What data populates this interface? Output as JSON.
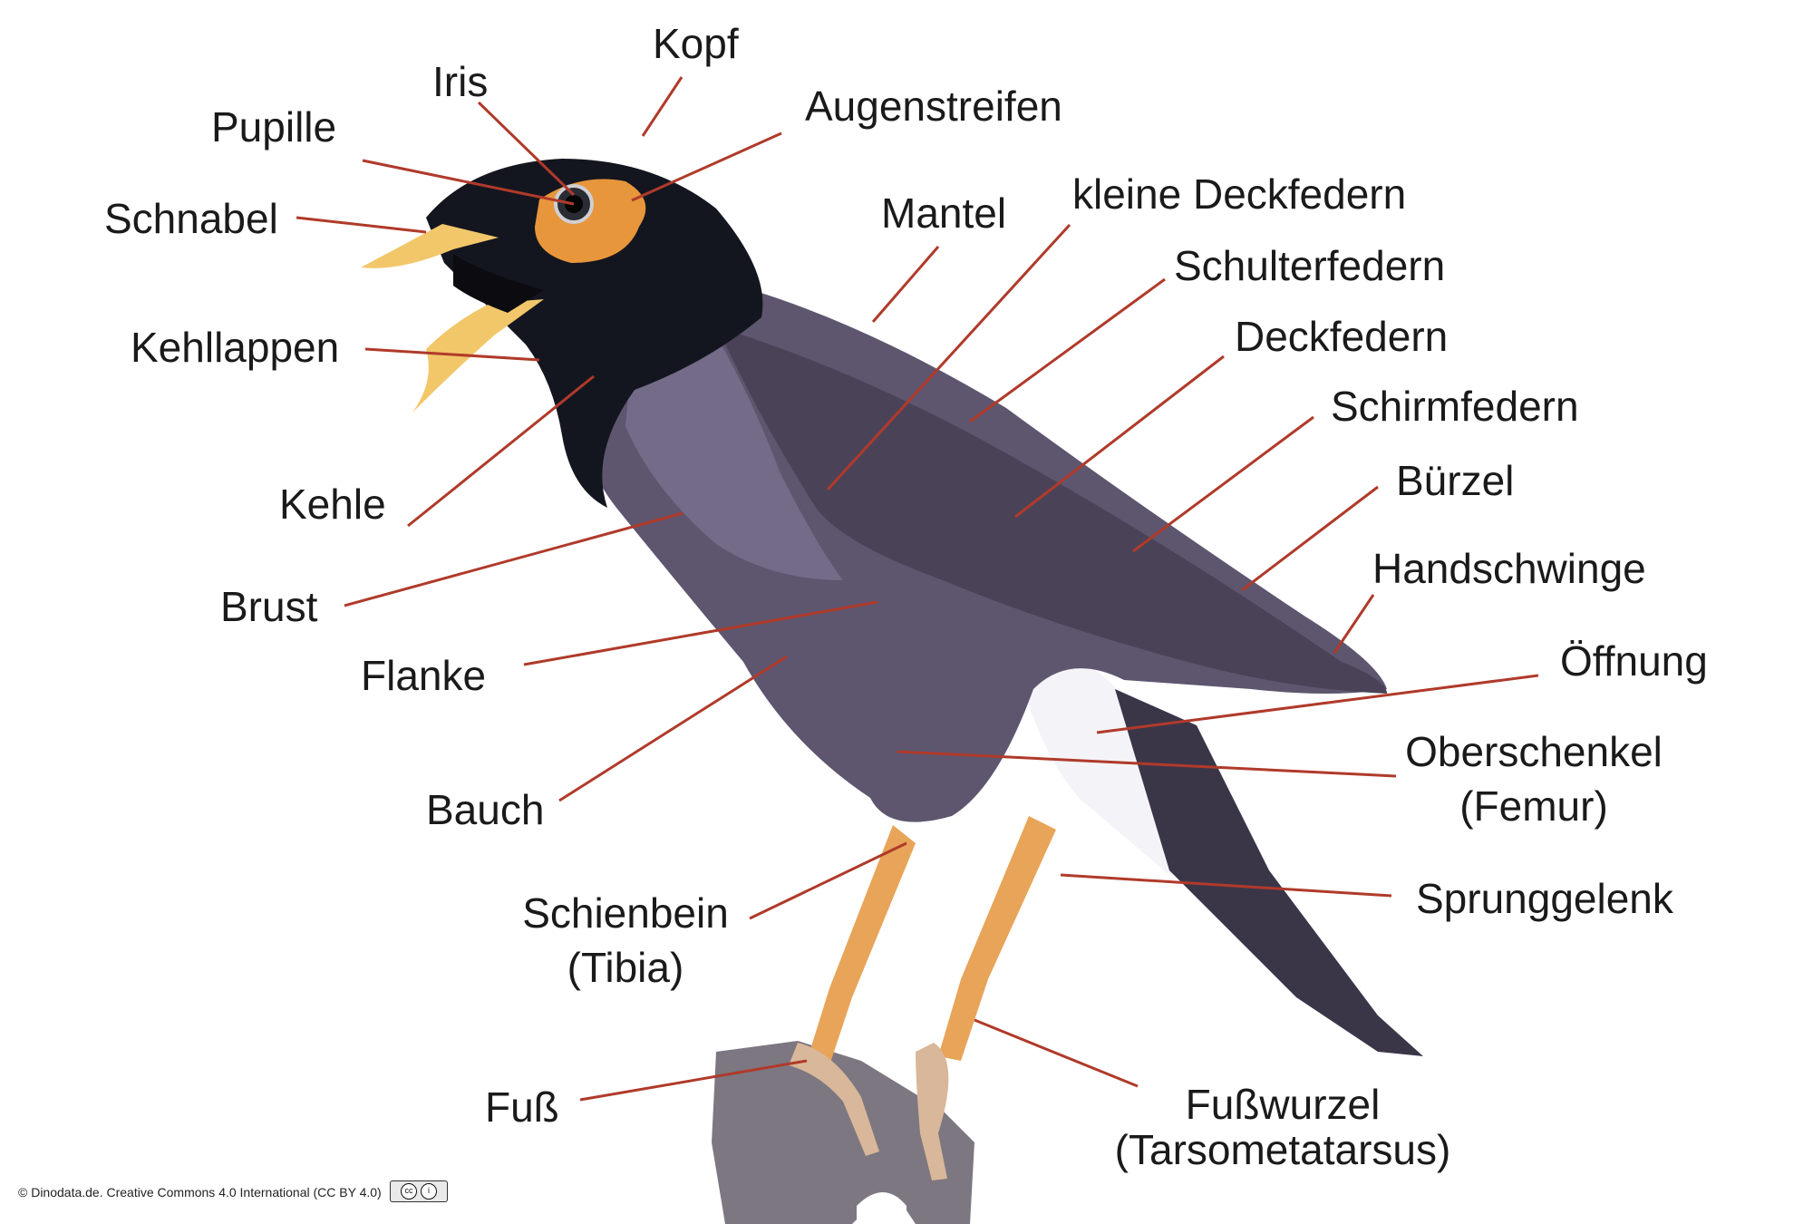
{
  "colors": {
    "leader": "#b03a2a",
    "plumage": "#5e566f",
    "plumage_light": "#7b7390",
    "head": "#14161f",
    "eye_skin": "#e8963b",
    "beak": "#f2c76a",
    "legs": "#e8a458",
    "undertail": "#f4f4f8",
    "perch": "#7d7782"
  },
  "labels": {
    "kopf": "Kopf",
    "iris": "Iris",
    "pupille": "Pupille",
    "augenstreifen": "Augenstreifen",
    "schnabel": "Schnabel",
    "mantel": "Mantel",
    "kleine_deckfedern": "kleine Deckfedern",
    "schulterfedern": "Schulterfedern",
    "deckfedern": "Deckfedern",
    "kehllappen": "Kehllappen",
    "schirmfedern": "Schirmfedern",
    "buerzel": "Bürzel",
    "kehle": "Kehle",
    "handschwinge": "Handschwinge",
    "brust": "Brust",
    "oeffnung": "Öffnung",
    "flanke": "Flanke",
    "oberschenkel_1": "Oberschenkel",
    "oberschenkel_2": "(Femur)",
    "bauch": "Bauch",
    "sprunggelenk": "Sprunggelenk",
    "schienbein_1": "Schienbein",
    "schienbein_2": "(Tibia)",
    "fuss": "Fuß",
    "fusswurzel_1": "Fußwurzel",
    "fusswurzel_2": "(Tarsometatarsus)"
  },
  "credit": "© Dinodata.de. Creative Commons 4.0 International (CC BY 4.0)",
  "cc_badge": {
    "cc": "cc",
    "by": "i"
  }
}
